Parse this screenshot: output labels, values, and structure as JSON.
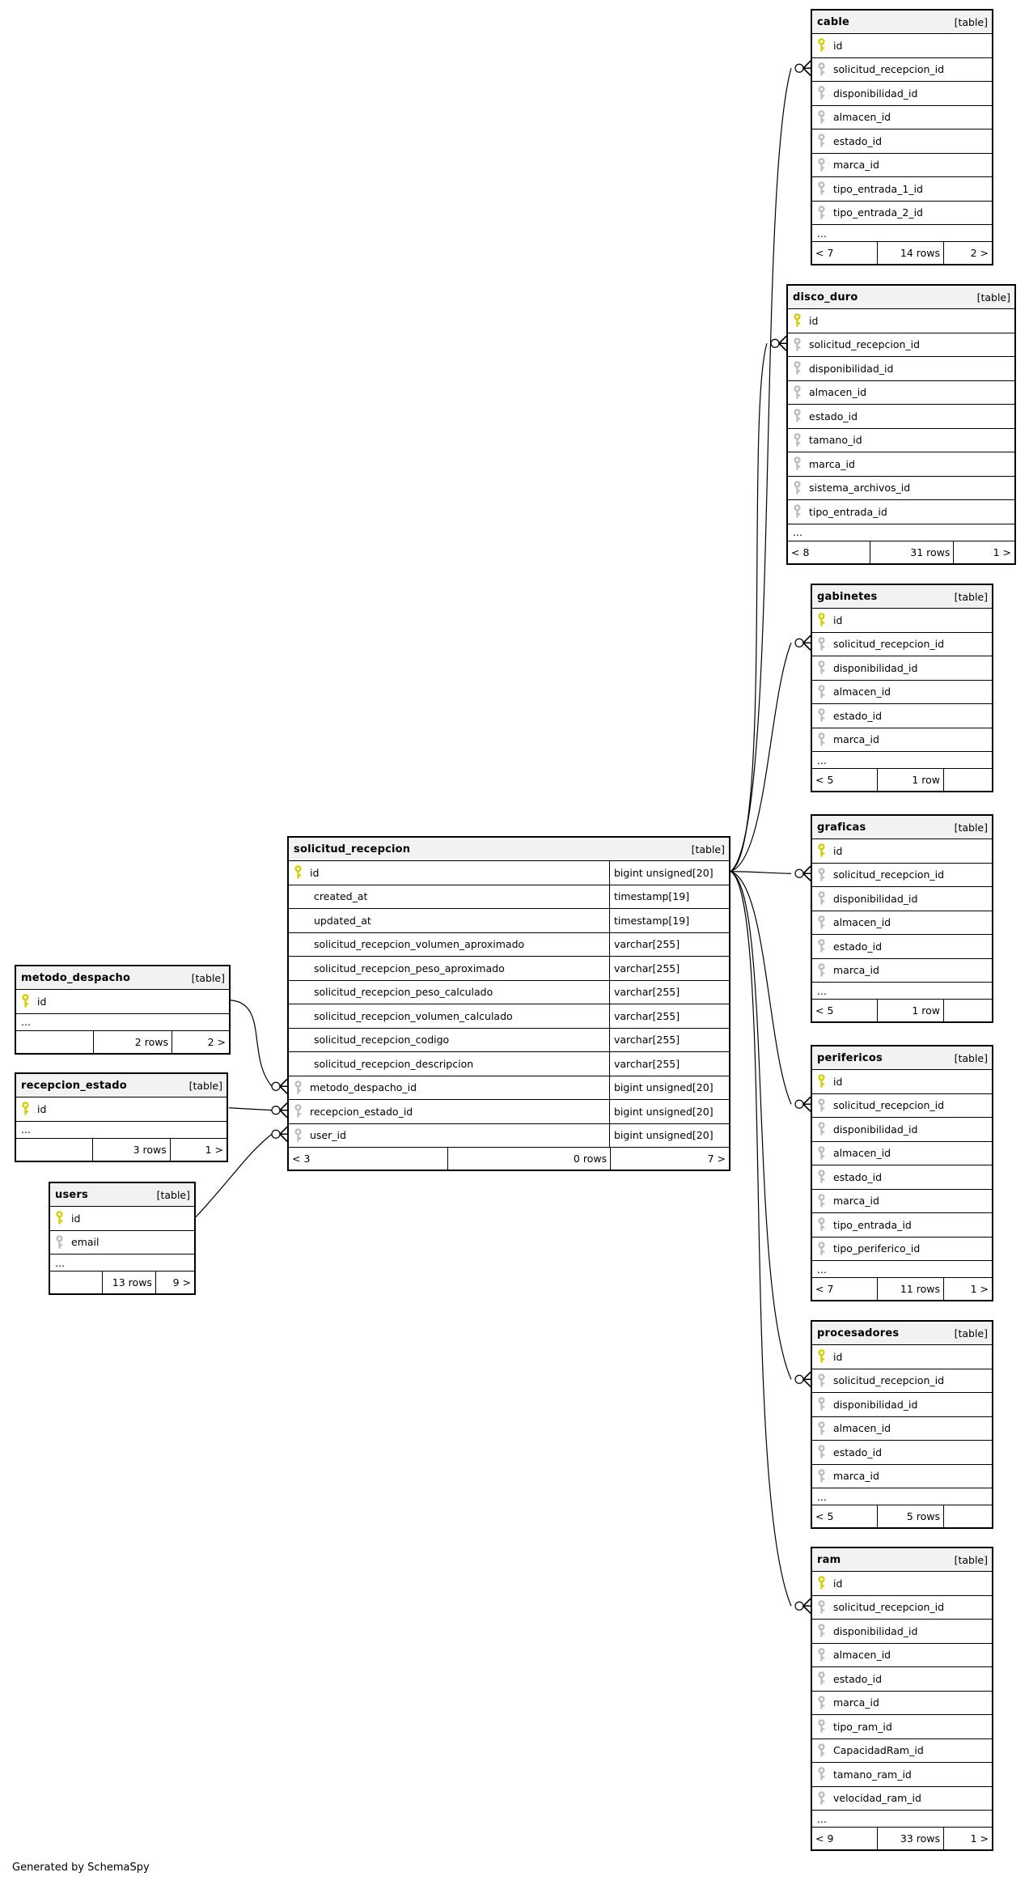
{
  "diagram": {
    "generator_note": "Generated by SchemaSpy",
    "colors": {
      "primary_key": "#d4ce00",
      "foreign_key": "#bdbdbd",
      "header_bg": "#f2f2f2",
      "border": "#000000"
    },
    "tables": [
      {
        "id": "cable",
        "title": "cable",
        "tag": "[table]",
        "columns": [
          {
            "icon": "pk",
            "name": "id"
          },
          {
            "icon": "fk",
            "name": "solicitud_recepcion_id"
          },
          {
            "icon": "fk",
            "name": "disponibilidad_id"
          },
          {
            "icon": "fk",
            "name": "almacen_id"
          },
          {
            "icon": "fk",
            "name": "estado_id"
          },
          {
            "icon": "fk",
            "name": "marca_id"
          },
          {
            "icon": "fk",
            "name": "tipo_entrada_1_id"
          },
          {
            "icon": "fk",
            "name": "tipo_entrada_2_id"
          }
        ],
        "ellipsis": "...",
        "footer": {
          "parents": "< 7",
          "rows": "14 rows",
          "children": "2 >"
        }
      },
      {
        "id": "disco_duro",
        "title": "disco_duro",
        "tag": "[table]",
        "columns": [
          {
            "icon": "pk",
            "name": "id"
          },
          {
            "icon": "fk",
            "name": "solicitud_recepcion_id"
          },
          {
            "icon": "fk",
            "name": "disponibilidad_id"
          },
          {
            "icon": "fk",
            "name": "almacen_id"
          },
          {
            "icon": "fk",
            "name": "estado_id"
          },
          {
            "icon": "fk",
            "name": "tamano_id"
          },
          {
            "icon": "fk",
            "name": "marca_id"
          },
          {
            "icon": "fk",
            "name": "sistema_archivos_id"
          },
          {
            "icon": "fk",
            "name": "tipo_entrada_id"
          }
        ],
        "ellipsis": "...",
        "footer": {
          "parents": "< 8",
          "rows": "31 rows",
          "children": "1 >"
        }
      },
      {
        "id": "gabinetes",
        "title": "gabinetes",
        "tag": "[table]",
        "columns": [
          {
            "icon": "pk",
            "name": "id"
          },
          {
            "icon": "fk",
            "name": "solicitud_recepcion_id"
          },
          {
            "icon": "fk",
            "name": "disponibilidad_id"
          },
          {
            "icon": "fk",
            "name": "almacen_id"
          },
          {
            "icon": "fk",
            "name": "estado_id"
          },
          {
            "icon": "fk",
            "name": "marca_id"
          }
        ],
        "ellipsis": "...",
        "footer": {
          "parents": "< 5",
          "rows": "1 row",
          "children": ""
        }
      },
      {
        "id": "graficas",
        "title": "graficas",
        "tag": "[table]",
        "columns": [
          {
            "icon": "pk",
            "name": "id"
          },
          {
            "icon": "fk",
            "name": "solicitud_recepcion_id"
          },
          {
            "icon": "fk",
            "name": "disponibilidad_id"
          },
          {
            "icon": "fk",
            "name": "almacen_id"
          },
          {
            "icon": "fk",
            "name": "estado_id"
          },
          {
            "icon": "fk",
            "name": "marca_id"
          }
        ],
        "ellipsis": "...",
        "footer": {
          "parents": "< 5",
          "rows": "1 row",
          "children": ""
        }
      },
      {
        "id": "perifericos",
        "title": "perifericos",
        "tag": "[table]",
        "columns": [
          {
            "icon": "pk",
            "name": "id"
          },
          {
            "icon": "fk",
            "name": "solicitud_recepcion_id"
          },
          {
            "icon": "fk",
            "name": "disponibilidad_id"
          },
          {
            "icon": "fk",
            "name": "almacen_id"
          },
          {
            "icon": "fk",
            "name": "estado_id"
          },
          {
            "icon": "fk",
            "name": "marca_id"
          },
          {
            "icon": "fk",
            "name": "tipo_entrada_id"
          },
          {
            "icon": "fk",
            "name": "tipo_periferico_id"
          }
        ],
        "ellipsis": "...",
        "footer": {
          "parents": "< 7",
          "rows": "11 rows",
          "children": "1 >"
        }
      },
      {
        "id": "procesadores",
        "title": "procesadores",
        "tag": "[table]",
        "columns": [
          {
            "icon": "pk",
            "name": "id"
          },
          {
            "icon": "fk",
            "name": "solicitud_recepcion_id"
          },
          {
            "icon": "fk",
            "name": "disponibilidad_id"
          },
          {
            "icon": "fk",
            "name": "almacen_id"
          },
          {
            "icon": "fk",
            "name": "estado_id"
          },
          {
            "icon": "fk",
            "name": "marca_id"
          }
        ],
        "ellipsis": "...",
        "footer": {
          "parents": "< 5",
          "rows": "5 rows",
          "children": ""
        }
      },
      {
        "id": "ram",
        "title": "ram",
        "tag": "[table]",
        "columns": [
          {
            "icon": "pk",
            "name": "id"
          },
          {
            "icon": "fk",
            "name": "solicitud_recepcion_id"
          },
          {
            "icon": "fk",
            "name": "disponibilidad_id"
          },
          {
            "icon": "fk",
            "name": "almacen_id"
          },
          {
            "icon": "fk",
            "name": "estado_id"
          },
          {
            "icon": "fk",
            "name": "marca_id"
          },
          {
            "icon": "fk",
            "name": "tipo_ram_id"
          },
          {
            "icon": "fk",
            "name": "CapacidadRam_id"
          },
          {
            "icon": "fk",
            "name": "tamano_ram_id"
          },
          {
            "icon": "fk",
            "name": "velocidad_ram_id"
          }
        ],
        "ellipsis": "...",
        "footer": {
          "parents": "< 9",
          "rows": "33 rows",
          "children": "1 >"
        }
      },
      {
        "id": "solicitud_recepcion",
        "title": "solicitud_recepcion",
        "tag": "[table]",
        "columns": [
          {
            "icon": "pk",
            "name": "id",
            "type": "bigint unsigned[20]"
          },
          {
            "icon": null,
            "name": "created_at",
            "type": "timestamp[19]"
          },
          {
            "icon": null,
            "name": "updated_at",
            "type": "timestamp[19]"
          },
          {
            "icon": null,
            "name": "solicitud_recepcion_volumen_aproximado",
            "type": "varchar[255]"
          },
          {
            "icon": null,
            "name": "solicitud_recepcion_peso_aproximado",
            "type": "varchar[255]"
          },
          {
            "icon": null,
            "name": "solicitud_recepcion_peso_calculado",
            "type": "varchar[255]"
          },
          {
            "icon": null,
            "name": "solicitud_recepcion_volumen_calculado",
            "type": "varchar[255]"
          },
          {
            "icon": null,
            "name": "solicitud_recepcion_codigo",
            "type": "varchar[255]"
          },
          {
            "icon": null,
            "name": "solicitud_recepcion_descripcion",
            "type": "varchar[255]"
          },
          {
            "icon": "fk",
            "name": "metodo_despacho_id",
            "type": "bigint unsigned[20]"
          },
          {
            "icon": "fk",
            "name": "recepcion_estado_id",
            "type": "bigint unsigned[20]"
          },
          {
            "icon": "fk",
            "name": "user_id",
            "type": "bigint unsigned[20]"
          }
        ],
        "ellipsis": null,
        "footer": {
          "parents": "< 3",
          "rows": "0 rows",
          "children": "7 >"
        }
      },
      {
        "id": "metodo_despacho",
        "title": "metodo_despacho",
        "tag": "[table]",
        "columns": [
          {
            "icon": "pk",
            "name": "id"
          }
        ],
        "ellipsis": "...",
        "footer": {
          "parents": "",
          "rows": "2 rows",
          "children": "2 >"
        }
      },
      {
        "id": "recepcion_estado",
        "title": "recepcion_estado",
        "tag": "[table]",
        "columns": [
          {
            "icon": "pk",
            "name": "id"
          }
        ],
        "ellipsis": "...",
        "footer": {
          "parents": "",
          "rows": "3 rows",
          "children": "1 >"
        }
      },
      {
        "id": "users",
        "title": "users",
        "tag": "[table]",
        "columns": [
          {
            "icon": "pk",
            "name": "id"
          },
          {
            "icon": "fk",
            "name": "email"
          }
        ],
        "ellipsis": "...",
        "footer": {
          "parents": "",
          "rows": "13 rows",
          "children": "9 >"
        }
      }
    ],
    "relationships": [
      {
        "from": "solicitud_recepcion.id",
        "to": "cable.solicitud_recepcion_id"
      },
      {
        "from": "solicitud_recepcion.id",
        "to": "disco_duro.solicitud_recepcion_id"
      },
      {
        "from": "solicitud_recepcion.id",
        "to": "gabinetes.solicitud_recepcion_id"
      },
      {
        "from": "solicitud_recepcion.id",
        "to": "graficas.solicitud_recepcion_id"
      },
      {
        "from": "solicitud_recepcion.id",
        "to": "perifericos.solicitud_recepcion_id"
      },
      {
        "from": "solicitud_recepcion.id",
        "to": "procesadores.solicitud_recepcion_id"
      },
      {
        "from": "solicitud_recepcion.id",
        "to": "ram.solicitud_recepcion_id"
      },
      {
        "from": "metodo_despacho.id",
        "to": "solicitud_recepcion.metodo_despacho_id"
      },
      {
        "from": "recepcion_estado.id",
        "to": "solicitud_recepcion.recepcion_estado_id"
      },
      {
        "from": "users.id",
        "to": "solicitud_recepcion.user_id"
      }
    ]
  }
}
